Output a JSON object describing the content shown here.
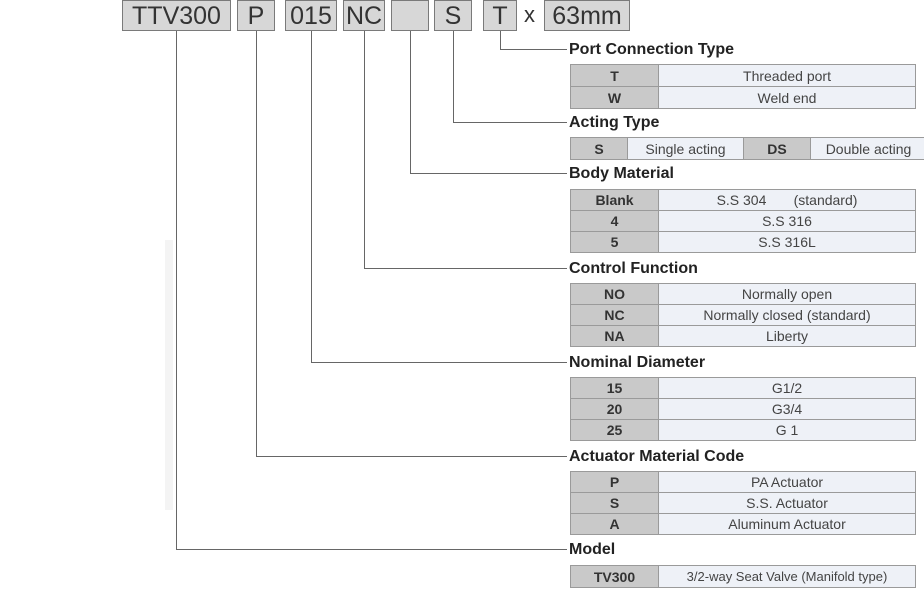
{
  "code_boxes": [
    "TTV300",
    "P",
    "015",
    "NC",
    "",
    "S",
    "T"
  ],
  "separator": "x",
  "length_box": "63mm",
  "sections": {
    "port": {
      "title": "Port Connection Type",
      "rows": [
        {
          "code": "T",
          "desc": "Threaded port"
        },
        {
          "code": "W",
          "desc": "Weld end"
        }
      ]
    },
    "acting": {
      "title": "Acting Type",
      "code1": "S",
      "desc1": "Single acting",
      "code2": "DS",
      "desc2": "Double acting"
    },
    "body": {
      "title": "Body Material",
      "rows": [
        {
          "code": "Blank",
          "desc": "S.S 304       (standard)"
        },
        {
          "code": "4",
          "desc": "S.S 316"
        },
        {
          "code": "5",
          "desc": "S.S 316L"
        }
      ]
    },
    "control": {
      "title": "Control Function",
      "rows": [
        {
          "code": "NO",
          "desc": "Normally open"
        },
        {
          "code": "NC",
          "desc": "Normally closed (standard)"
        },
        {
          "code": "NA",
          "desc": "Liberty"
        }
      ]
    },
    "diameter": {
      "title": "Nominal Diameter",
      "rows": [
        {
          "code": "15",
          "desc": "G1/2"
        },
        {
          "code": "20",
          "desc": "G3/4"
        },
        {
          "code": "25",
          "desc": "G 1"
        }
      ]
    },
    "actuator": {
      "title": "Actuator Material Code",
      "rows": [
        {
          "code": "P",
          "desc": "PA Actuator"
        },
        {
          "code": "S",
          "desc": "S.S. Actuator"
        },
        {
          "code": "A",
          "desc": "Aluminum Actuator"
        }
      ]
    },
    "model": {
      "title": "Model",
      "rows": [
        {
          "code": "TV300",
          "desc": "3/2-way Seat Valve (Manifold type)"
        }
      ]
    }
  }
}
